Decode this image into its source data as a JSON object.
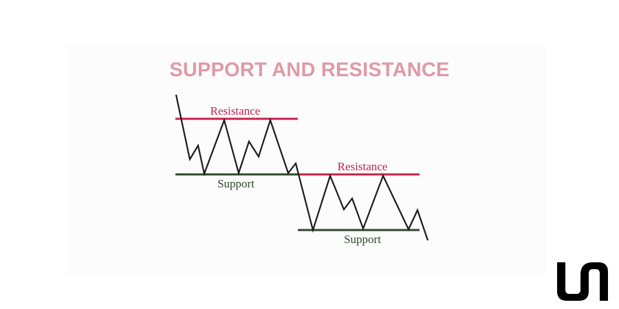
{
  "title": "SUPPORT AND RESISTANCE",
  "colors": {
    "title": "#df9aa7",
    "resistance": "#c8204a",
    "support": "#2b4a26",
    "price": "#1a1a1a",
    "logo": "#000000"
  },
  "left_pattern": {
    "resistance_label": "Resistance",
    "support_label": "Support"
  },
  "right_pattern": {
    "resistance_label": "Resistance",
    "support_label": "Support"
  },
  "logo": {
    "icon": "brand-logo-icon"
  }
}
